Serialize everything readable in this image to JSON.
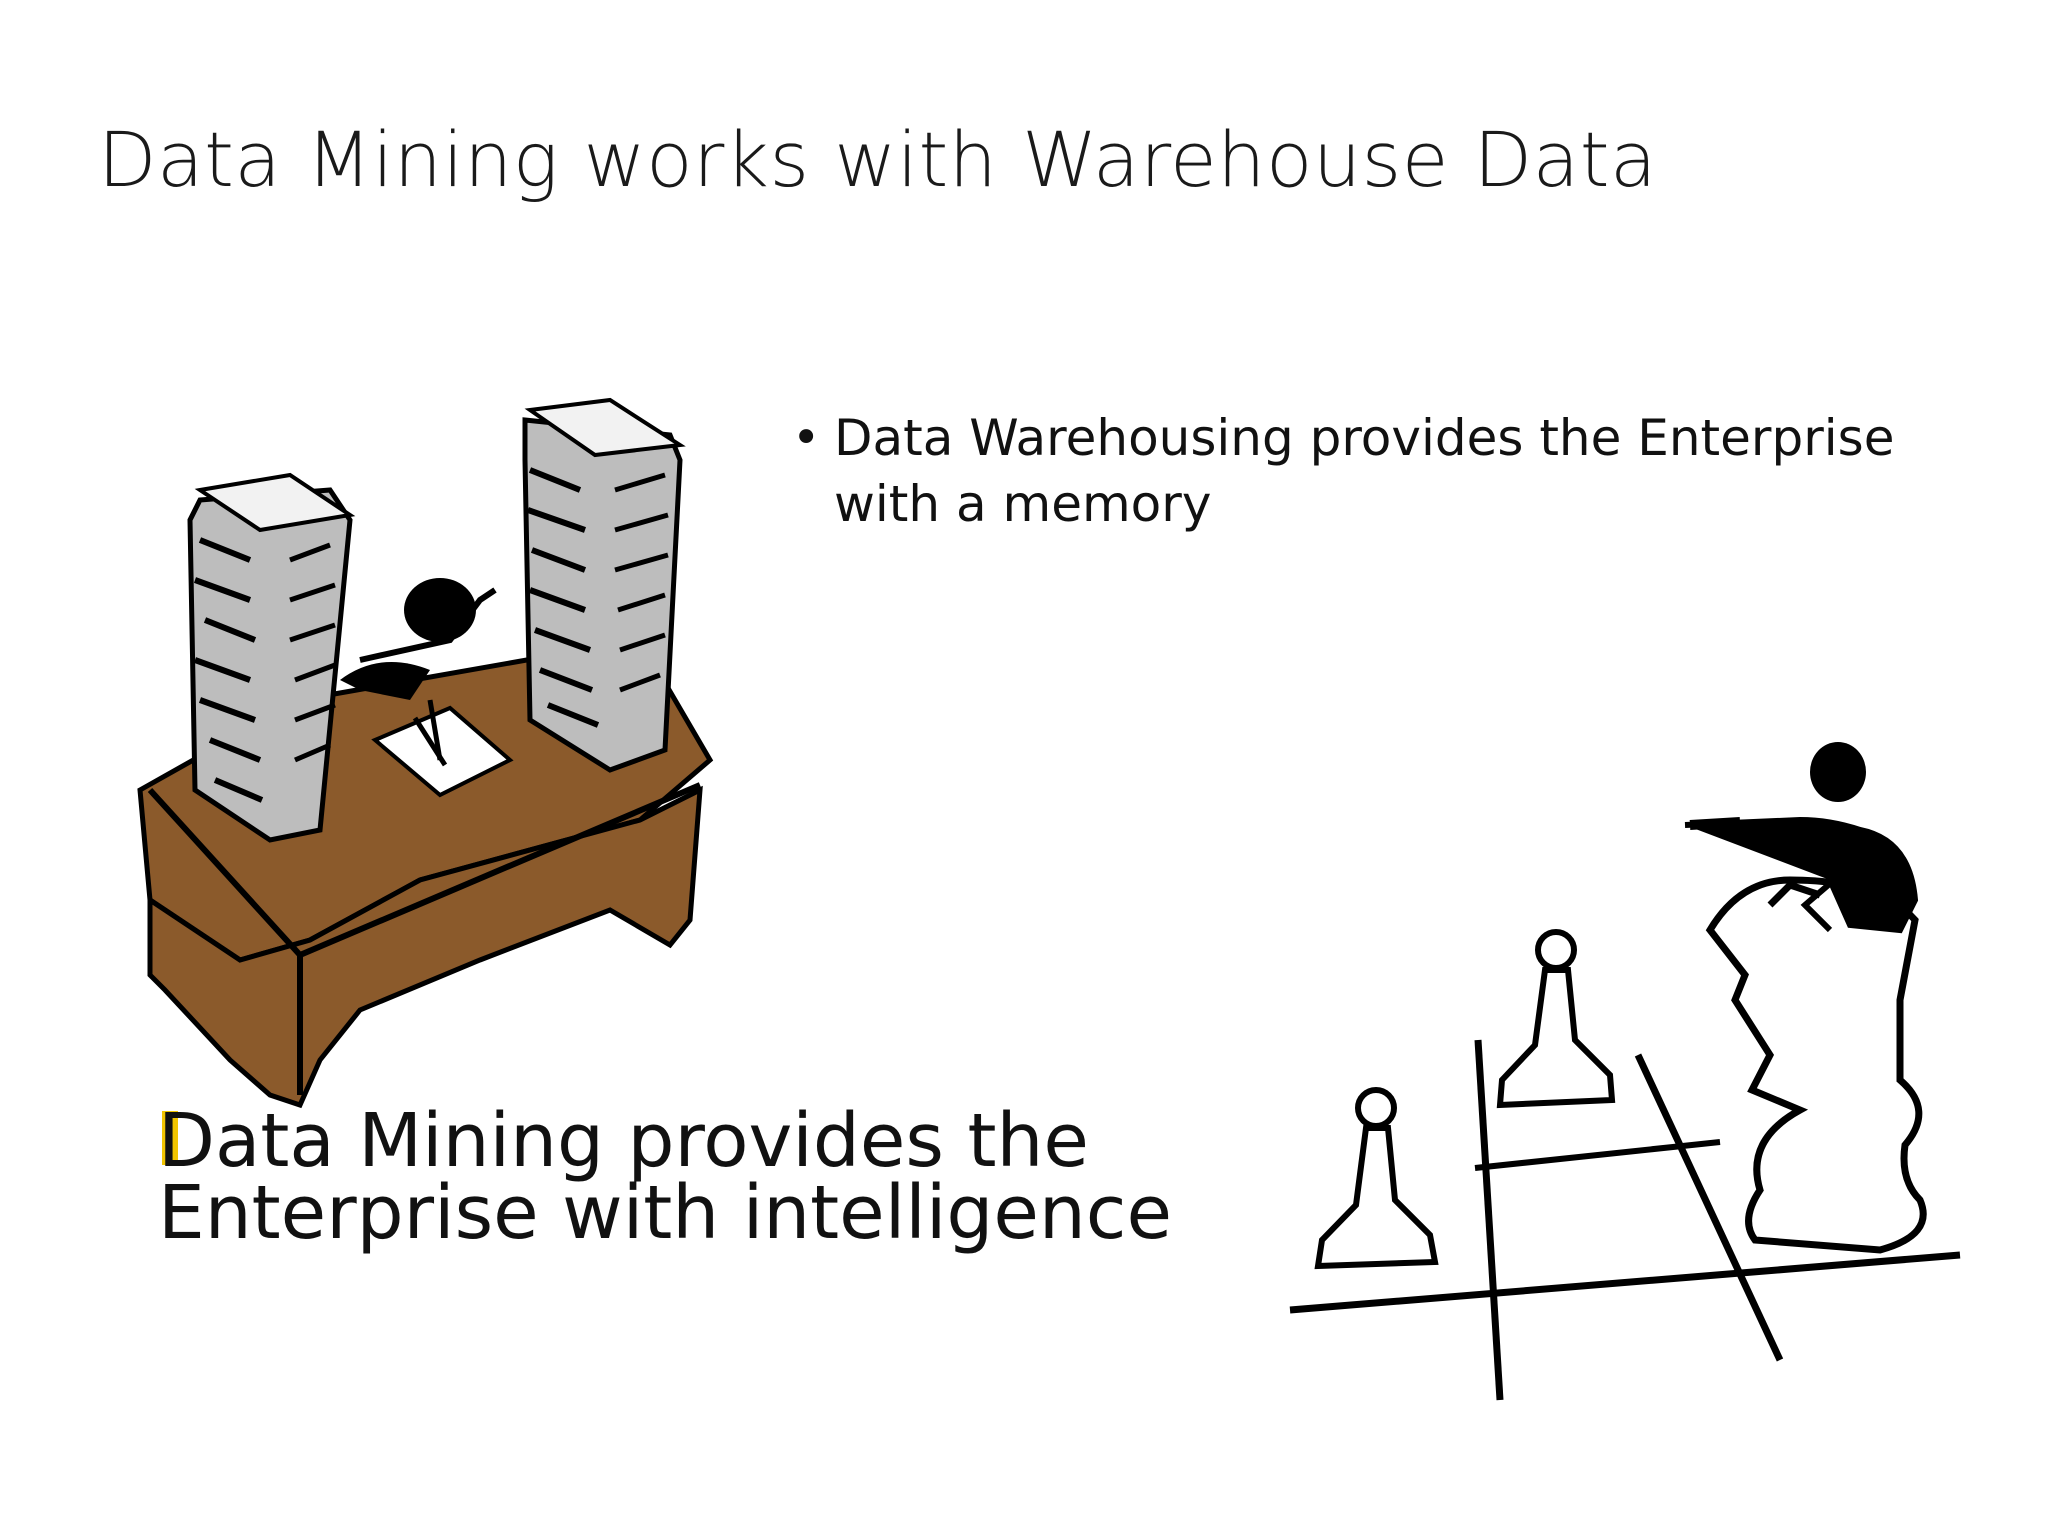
{
  "slide": {
    "title": "Data Mining works with Warehouse Data",
    "bullets": [
      {
        "text": "Data Warehousing provides the Enterprise with a memory"
      }
    ],
    "callout": {
      "text": "Data Mining provides the Enterprise with intelligence",
      "marker_color": "#f2c500"
    },
    "illustrations": [
      {
        "name": "desk-with-paper-stacks-clipart"
      },
      {
        "name": "chess-knight-and-pawns-clipart"
      }
    ]
  }
}
